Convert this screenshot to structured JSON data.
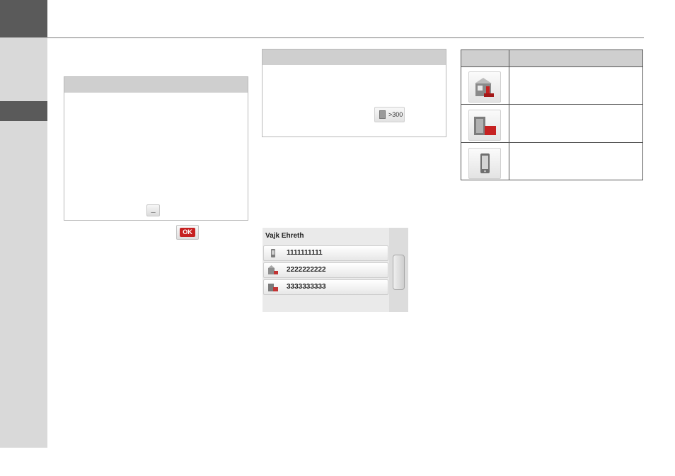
{
  "ok_button": {
    "label": "OK"
  },
  "keyboard_key": {
    "label": "_"
  },
  "more_button": {
    "label": ">300"
  },
  "phone_screen": {
    "contact_name": "Vajk Ehreth",
    "entries": [
      {
        "icon": "mobile-phone-icon",
        "number": "1111111111"
      },
      {
        "icon": "home-phone-icon",
        "number": "2222222222"
      },
      {
        "icon": "work-phone-icon",
        "number": "3333333333"
      }
    ]
  },
  "icon_table": {
    "rows": [
      {
        "icon": "home-phone-icon"
      },
      {
        "icon": "work-phone-icon"
      },
      {
        "icon": "mobile-phone-icon"
      }
    ]
  },
  "colors": {
    "sidebar": "#d9d9d9",
    "dark_tab": "#5a5a5a",
    "ok_red": "#c62121",
    "header_gray": "#cfcfcf"
  }
}
